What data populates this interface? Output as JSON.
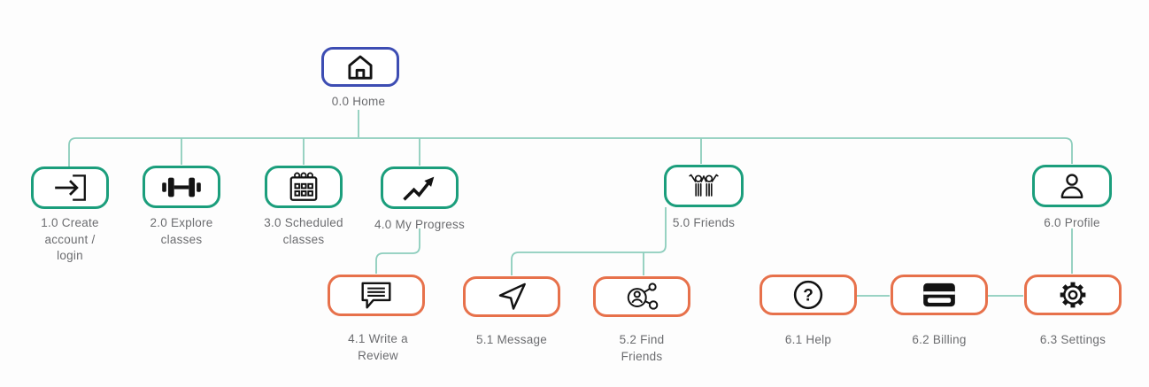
{
  "diagram_type": "app-sitemap-flowchart",
  "colors": {
    "home_border": "#3D4DB3",
    "level2_border": "#1B9E7C",
    "level3_border": "#E7714B",
    "connector": "#8CCDBC",
    "label_text": "#6B6C6F",
    "icon": "#131313",
    "background": "#FDFDFD"
  },
  "nodes": {
    "home": {
      "label": "0.0 Home",
      "icon": "home-icon"
    },
    "create_account": {
      "label": "1.0 Create\naccount /\nlogin",
      "icon": "login-icon"
    },
    "explore_classes": {
      "label": "2.0 Explore\nclasses",
      "icon": "dumbbell-icon"
    },
    "scheduled_classes": {
      "label": "3.0 Scheduled\nclasses",
      "icon": "calendar-icon"
    },
    "my_progress": {
      "label": "4.0 My Progress",
      "icon": "trend-up-icon"
    },
    "friends": {
      "label": "5.0 Friends",
      "icon": "cheering-people-icon"
    },
    "profile": {
      "label": "6.0 Profile",
      "icon": "user-icon"
    },
    "write_review": {
      "label": "4.1 Write a\nReview",
      "icon": "review-bubble-icon"
    },
    "message": {
      "label": "5.1 Message",
      "icon": "send-icon"
    },
    "find_friends": {
      "label": "5.2 Find\nFriends",
      "icon": "network-people-icon"
    },
    "help": {
      "label": "6.1 Help",
      "icon": "question-mark-icon"
    },
    "billing": {
      "label": "6.2 Billing",
      "icon": "credit-card-icon"
    },
    "settings": {
      "label": "6.3 Settings",
      "icon": "gear-icon"
    }
  },
  "edges": [
    [
      "home",
      "create_account"
    ],
    [
      "home",
      "explore_classes"
    ],
    [
      "home",
      "scheduled_classes"
    ],
    [
      "home",
      "my_progress"
    ],
    [
      "home",
      "friends"
    ],
    [
      "home",
      "profile"
    ],
    [
      "my_progress",
      "write_review"
    ],
    [
      "friends",
      "message"
    ],
    [
      "friends",
      "find_friends"
    ],
    [
      "profile",
      "settings"
    ],
    [
      "help",
      "billing"
    ],
    [
      "billing",
      "settings"
    ]
  ],
  "icons": {
    "question_glyph": "?"
  }
}
